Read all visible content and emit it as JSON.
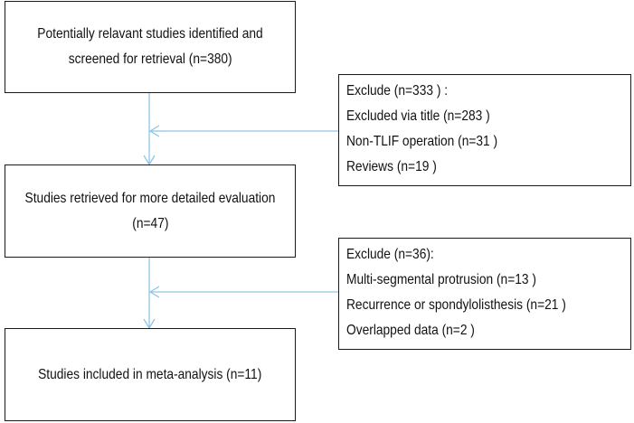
{
  "flow": {
    "box1": {
      "lines": [
        "Potentially relavant studies identified and",
        "screened for retrieval (n=380)"
      ]
    },
    "box2": {
      "lines": [
        "Studies retrieved for more detailed evaluation",
        "(n=47)"
      ]
    },
    "box3": {
      "lines": [
        "Studies included in meta-analysis (n=11)"
      ]
    }
  },
  "exclusions": {
    "first": {
      "lines": [
        "Exclude (n=333 )  :",
        "Excluded via title (n=283 )",
        "Non-TLIF operation (n=31 )",
        "Reviews (n=19 )"
      ]
    },
    "second": {
      "lines": [
        "Exclude (n=36):",
        "Multi-segmental protrusion (n=13 )",
        "Recurrence or spondylolisthesis (n=21 )",
        "Overlapped data (n=2 )"
      ]
    }
  },
  "colors": {
    "box_border": "#1a1a1a",
    "arrow": "#8ec5e8"
  }
}
